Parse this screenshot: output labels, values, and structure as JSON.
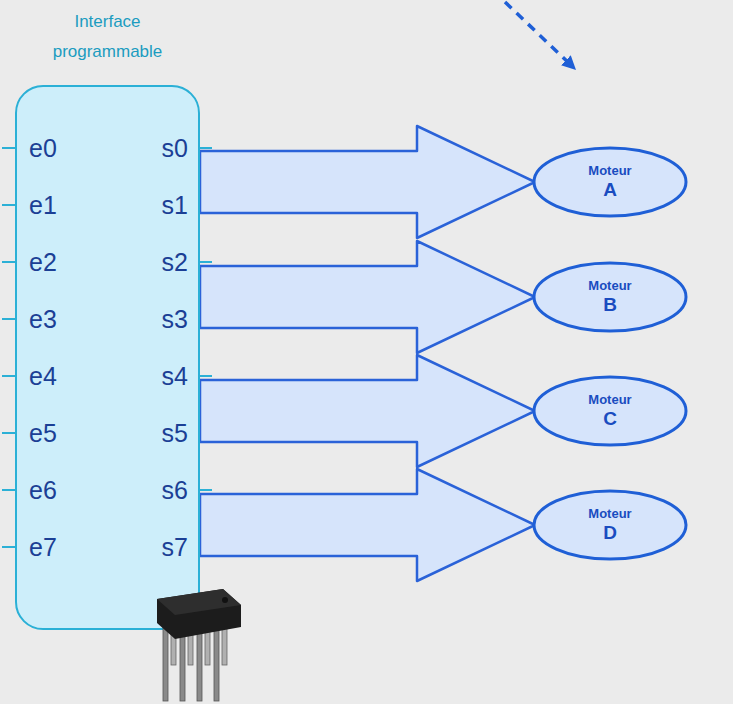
{
  "diagram": {
    "nodes": [
      {
        "text": [
          "Interface programmable"
        ]
      },
      {
        "text": [
          "Moteur",
          "A"
        ]
      },
      {
        "text": [
          "Moteur",
          "B"
        ]
      },
      {
        "text": [
          "Moteur",
          "C"
        ]
      },
      {
        "text": [
          "Moteur",
          "D"
        ]
      }
    ],
    "edges": [
      {
        "from": 0,
        "to": 1,
        "arrow": "to"
      },
      {
        "from": 0,
        "to": 2,
        "arrow": "to"
      },
      {
        "from": 0,
        "to": 3,
        "arrow": "to"
      },
      {
        "from": 0,
        "to": 4,
        "arrow": "to"
      }
    ],
    "labels": [
      "e0",
      "e1",
      "e2",
      "e3",
      "e4",
      "e5",
      "e6",
      "e7",
      "s0",
      "s1",
      "s2",
      "s3",
      "s4",
      "s5",
      "s6",
      "s7"
    ]
  }
}
